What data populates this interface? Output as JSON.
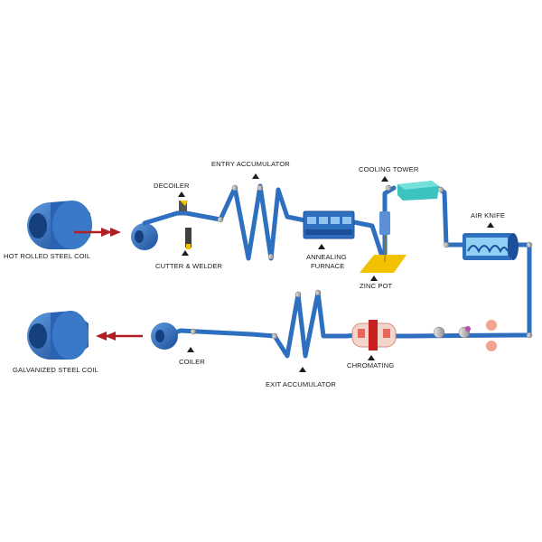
{
  "labels": {
    "hot_rolled_coil": "HOT ROLLED STEEL COIL",
    "decoiler": "DECOILER",
    "cutter_welder": "CUTTER & WELDER",
    "entry_accumulator": "ENTRY ACCUMULATOR",
    "annealing_furnace_1": "ANNEALING",
    "annealing_furnace_2": "FURNACE",
    "cooling_tower": "COOLING TOWER",
    "zinc_pot": "ZINC POT",
    "air_knife": "AIR KNIFE",
    "chromating": "CHROMATING",
    "exit_accumulator": "EXIT ACCUMULATOR",
    "coiler": "COILER",
    "galvanized_coil": "GALVANIZED STEEL COIL"
  },
  "colors": {
    "strip": "#2f6fc0",
    "coil": "#2d66b8",
    "arrow": "#b01f24",
    "zinc_pot": "#f2c200",
    "cooling_tower": "#3cc3c0",
    "chromating": "#e8665a"
  }
}
